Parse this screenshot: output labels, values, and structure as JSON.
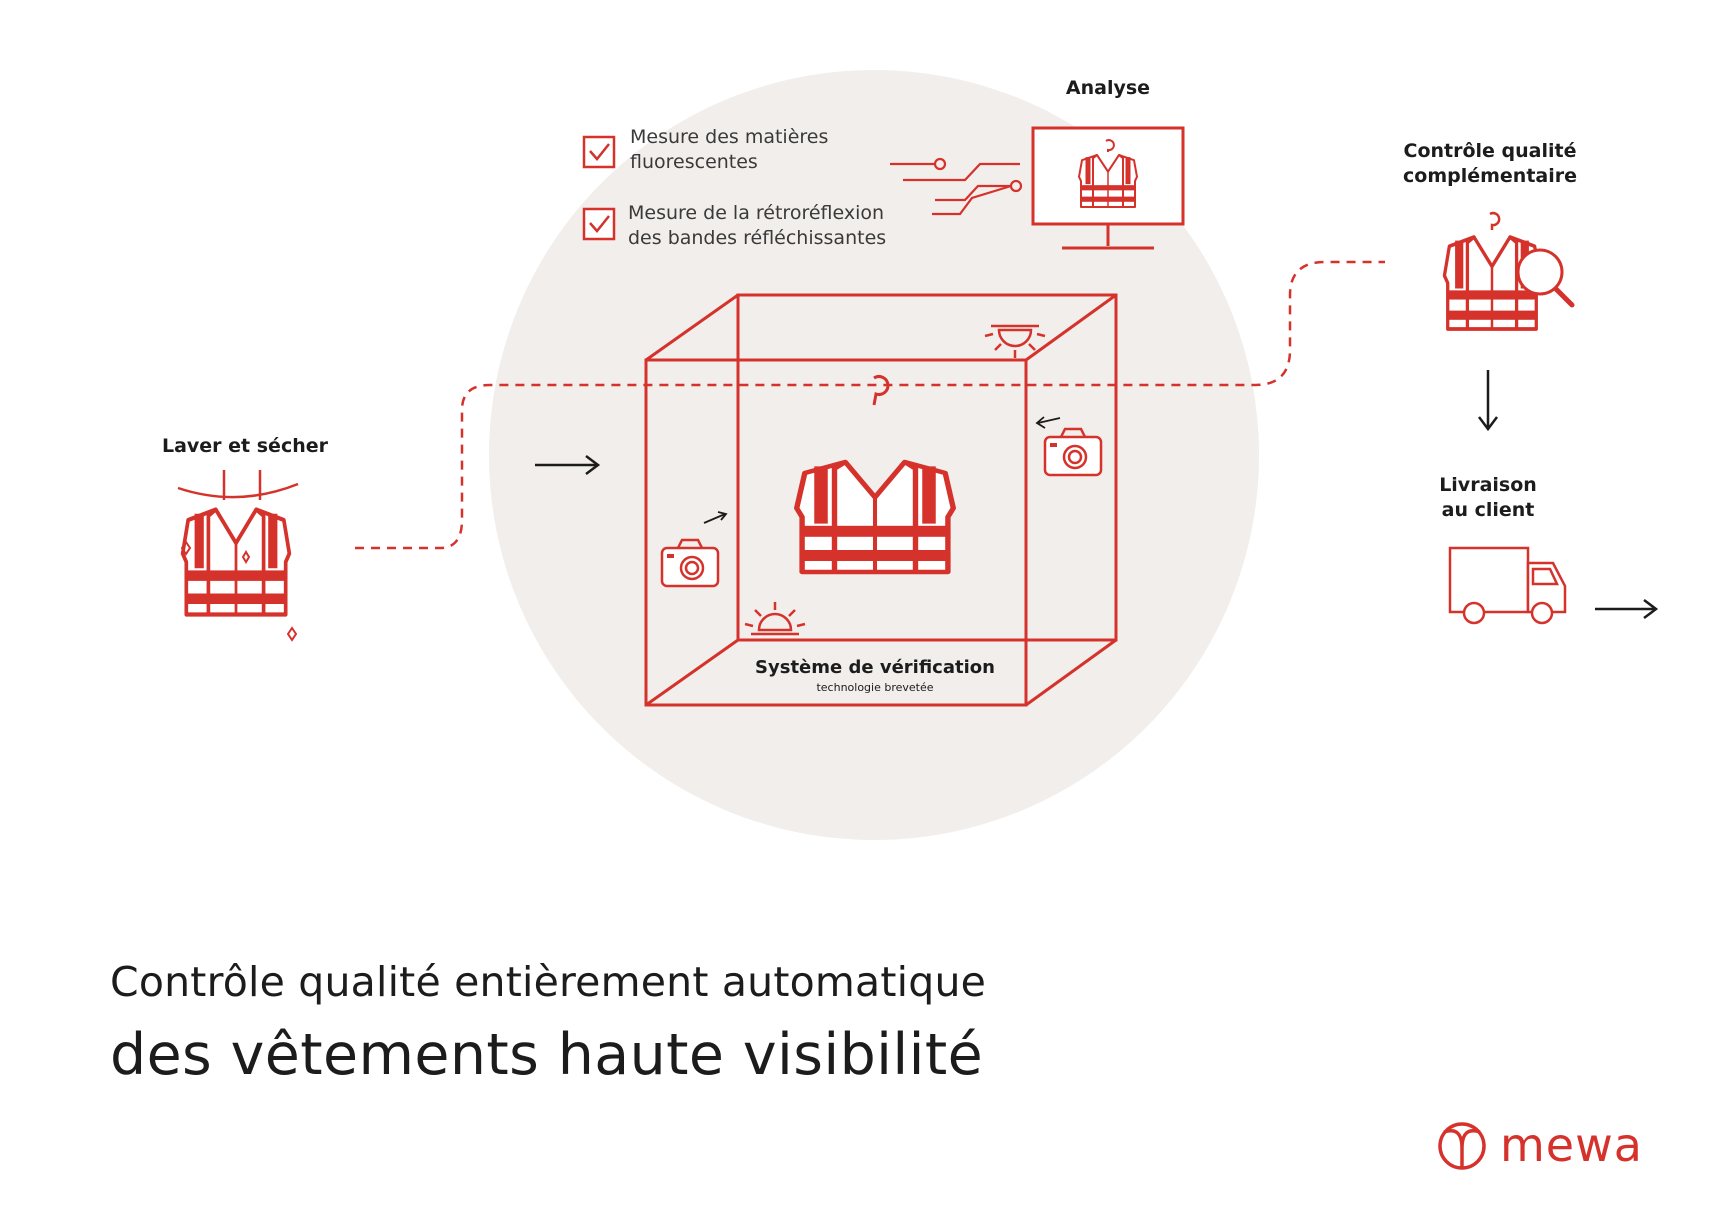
{
  "colors": {
    "accent": "#d6322c",
    "circle_background": "#f1eeeb",
    "text": "#1c1c1c"
  },
  "steps": {
    "wash": {
      "label": "Laver et sécher"
    },
    "analysis": {
      "label": "Analyse"
    },
    "verification": {
      "title": "Système de vérification",
      "subtitle": "technologie brevetée"
    },
    "quality_control": {
      "line1": "Contrôle qualité",
      "line2": "complémentaire"
    },
    "delivery": {
      "line1": "Livraison",
      "line2": "au client"
    }
  },
  "checklist": [
    {
      "line1": "Mesure des matières",
      "line2": "fluorescentes",
      "checked": true
    },
    {
      "line1": "Mesure de la rétroréflexion",
      "line2": "des bandes réfléchissantes",
      "checked": true
    }
  ],
  "headline": {
    "line1": "Contrôle qualité entièrement automatique",
    "line2": "des vêtements haute visibilité"
  },
  "logo": {
    "text": "mewa",
    "icon": "mewa-heart-logo-icon"
  }
}
